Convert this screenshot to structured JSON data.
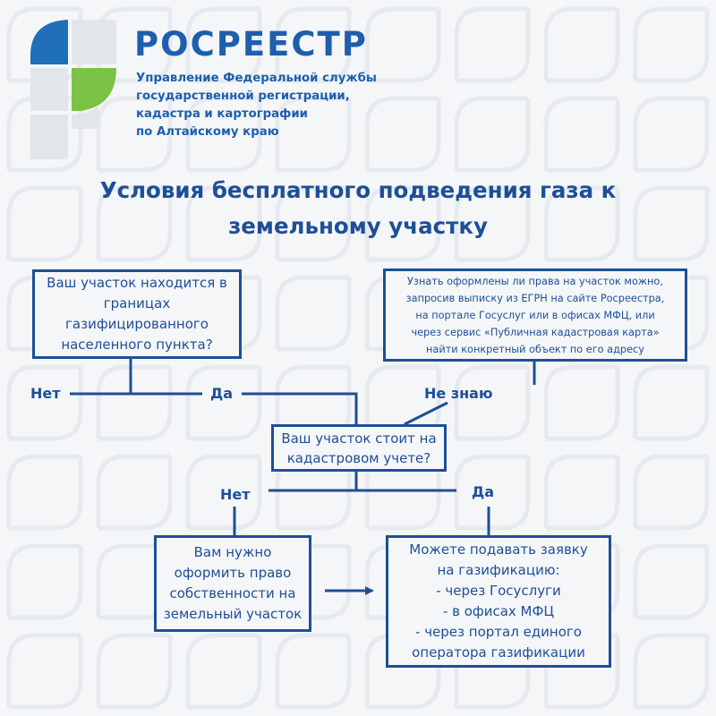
{
  "header": {
    "brand": "РОСРЕЕСТР",
    "org_lines": [
      "Управление Федеральной службы",
      "государственной регистрации,",
      "кадастра и картографии",
      "по Алтайскому краю"
    ]
  },
  "title_lines": [
    "Условия бесплатного подведения газа к",
    "земельному участку"
  ],
  "nodes": {
    "q1": [
      "Ваш участок находится в",
      "границах",
      "газифицированного",
      "населенного пункта?"
    ],
    "info": [
      "Узнать оформлены ли права на участок можно,",
      "запросив выписку из ЕГРН на сайте Росреестра,",
      "на портале Госуслуг или в офисах МФЦ, или",
      "через сервис «Публичная кадастровая карта»",
      "найти конкретный объект по его адресу"
    ],
    "q2": [
      "Ваш участок стоит на",
      "кадастровом учете?"
    ],
    "own": [
      "Вам нужно",
      "оформить право",
      "собственности на",
      "земельный участок"
    ],
    "apply": [
      "Можете подавать заявку",
      "на газификацию:",
      "- через Госуслуги",
      "- в офисах МФЦ",
      "- через портал единого",
      "оператора газификации"
    ]
  },
  "edges": {
    "q1_no": "Нет",
    "q1_yes": "Да",
    "info_dont_know": "Не знаю",
    "q2_no": "Нет",
    "q2_yes": "Да"
  },
  "colors": {
    "primary": "#1e4f96",
    "brand": "#1d5fad",
    "logo_blue": "#1f6fb8",
    "logo_green": "#7cc244",
    "logo_gray": "#e2e5ea",
    "background": "#f5f6f8"
  }
}
